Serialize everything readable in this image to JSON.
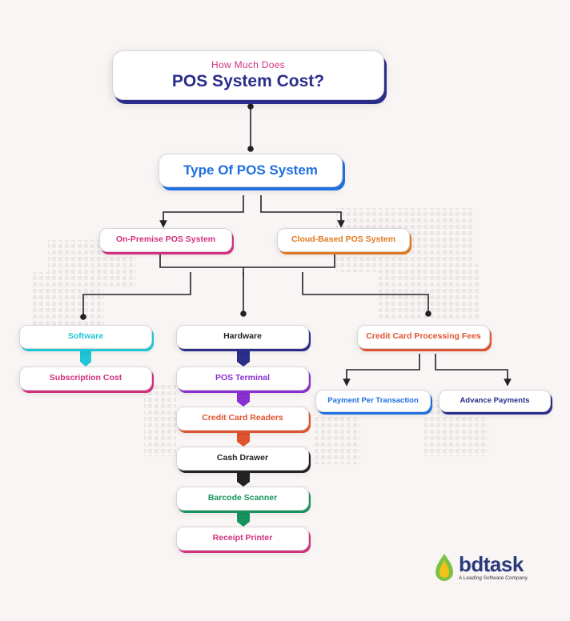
{
  "title": {
    "line1": "How Much Does",
    "line2": "POS System Cost?"
  },
  "type": {
    "label": "Type Of POS System",
    "color": "#1f6fe0"
  },
  "systems": [
    {
      "label": "On-Premise POS System",
      "color": "#d22f7f"
    },
    {
      "label": "Cloud-Based POS System",
      "color": "#e07a1f"
    }
  ],
  "categories": {
    "software": {
      "label": "Software",
      "color": "#1fc6d6"
    },
    "hardware": {
      "label": "Hardware",
      "color": "#2a2d8a"
    },
    "credit": {
      "label": "Credit Card Processing Fees",
      "color": "#e0532f"
    }
  },
  "software_items": [
    {
      "label": "Subscription Cost",
      "color": "#d22f7f"
    }
  ],
  "hardware_items": [
    {
      "label": "POS Terminal",
      "color": "#8a2fd2"
    },
    {
      "label": "Credit Card Readers",
      "color": "#e0532f"
    },
    {
      "label": "Cash Drawer",
      "color": "#222222"
    },
    {
      "label": "Barcode Scanner",
      "color": "#17935e"
    },
    {
      "label": "Receipt Printer",
      "color": "#d22f7f"
    }
  ],
  "credit_items": [
    {
      "label": "Payment Per Transaction",
      "color": "#1f6fe0"
    },
    {
      "label": "Advance Payments",
      "color": "#2a2d8a"
    }
  ],
  "logo": {
    "name": "bdtask",
    "tagline": "A Leading Software Company",
    "icon": "leaf-drop-icon",
    "colors": {
      "green": "#7cc242",
      "yellow": "#f2c21b",
      "navy": "#2b3a7a"
    }
  }
}
